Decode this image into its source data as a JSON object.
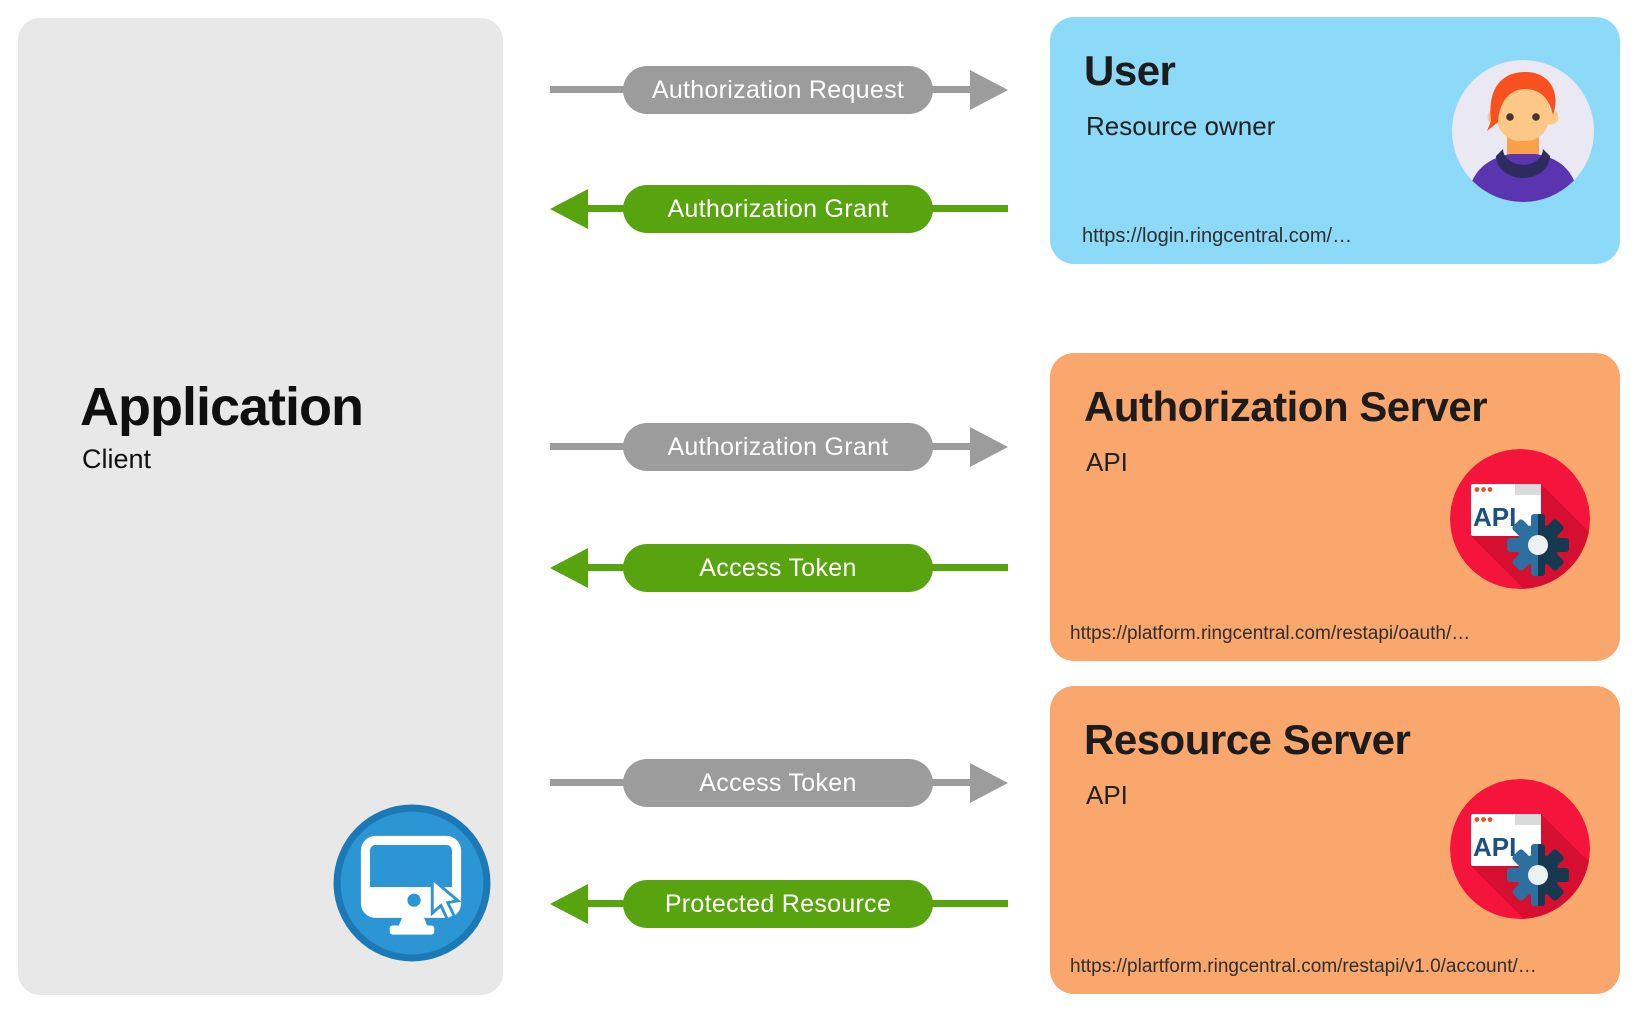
{
  "colors": {
    "canvas-bg": "#ffffff",
    "application-bg": "#e8e8e8",
    "user-bg": "#8dd9f8",
    "server-bg": "#f9a76c",
    "arrow-gray": "#9c9c9c",
    "arrow-green": "#58a40e",
    "pill-text": "#ffffff",
    "title-text": "#1c1c1c",
    "url-text": "#2f2f2f",
    "avatar-circle": "#eae8f2",
    "api-red": "#f4143c",
    "computer-blue": "#2c95d3"
  },
  "application": {
    "title": "Application",
    "subtitle": "Client",
    "icon": "computer-cursor-icon"
  },
  "flows": [
    {
      "label": "Authorization Request",
      "direction": "right",
      "style": "gray"
    },
    {
      "label": "Authorization Grant",
      "direction": "left",
      "style": "green"
    },
    {
      "label": "Authorization Grant",
      "direction": "right",
      "style": "gray"
    },
    {
      "label": "Access Token",
      "direction": "left",
      "style": "green"
    },
    {
      "label": "Access Token",
      "direction": "right",
      "style": "gray"
    },
    {
      "label": "Protected Resource",
      "direction": "left",
      "style": "green"
    }
  ],
  "entities": [
    {
      "title": "User",
      "subtitle": "Resource owner",
      "url": "https://login.ringcentral.com/…",
      "icon": "user-avatar-icon"
    },
    {
      "title": "Authorization Server",
      "subtitle": "API",
      "url": "https://platform.ringcentral.com/restapi/oauth/…",
      "icon": "api-gear-icon"
    },
    {
      "title": "Resource Server",
      "subtitle": "API",
      "url": "https://plartform.ringcentral.com/restapi/v1.0/account/…",
      "icon": "api-gear-icon"
    }
  ]
}
